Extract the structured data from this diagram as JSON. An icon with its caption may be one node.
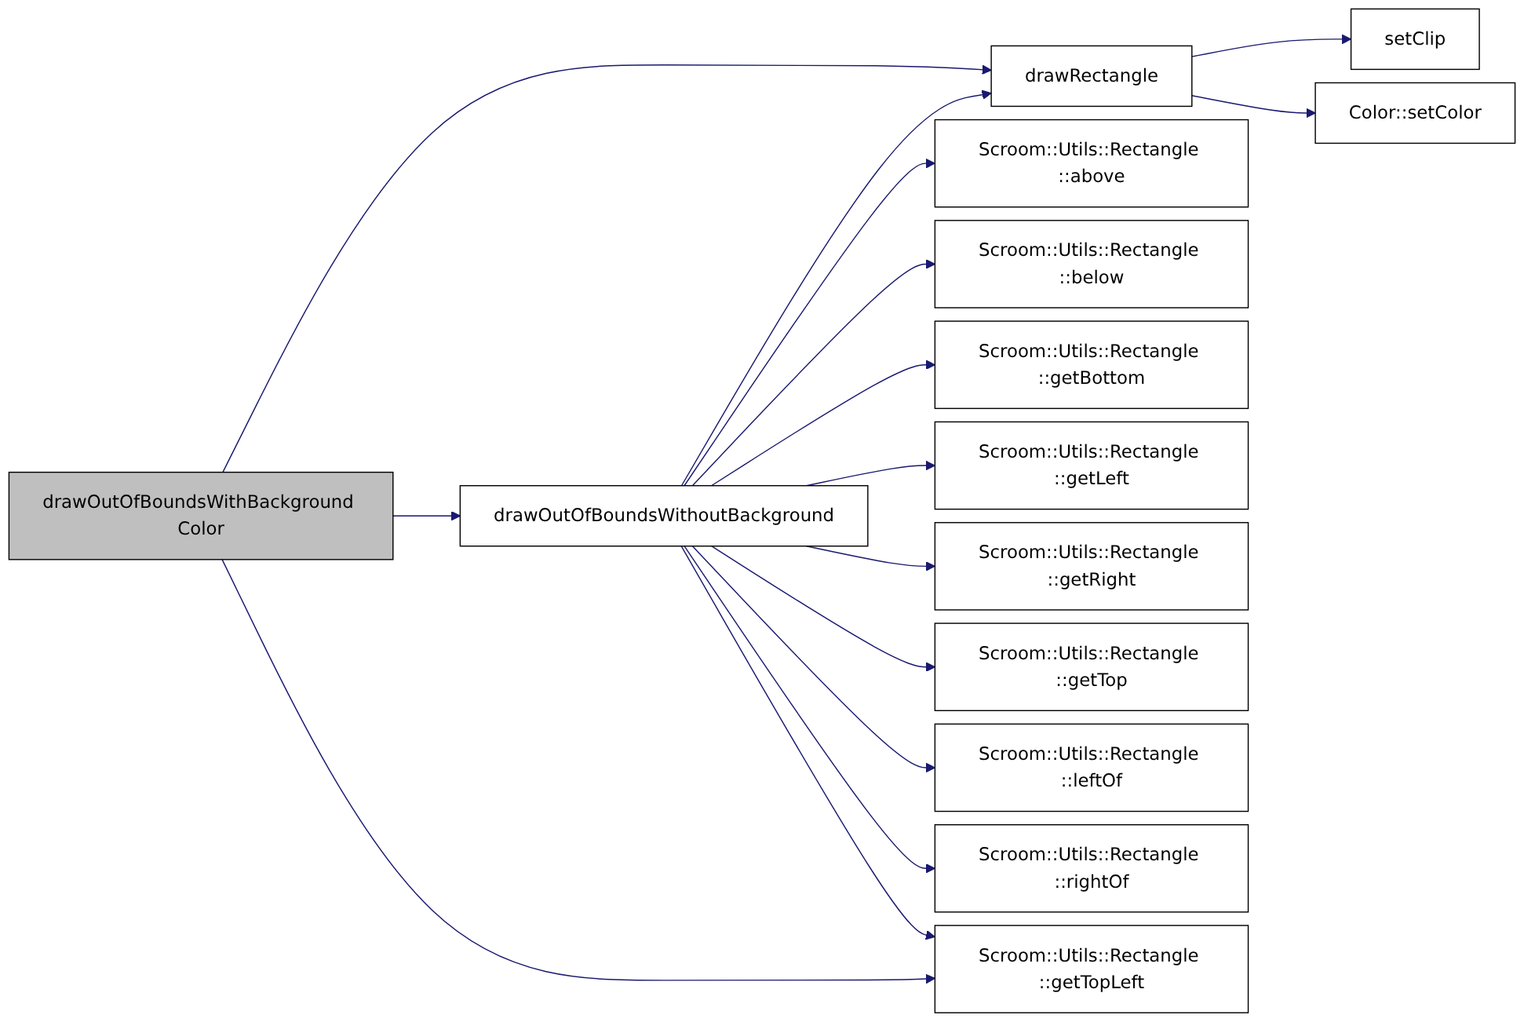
{
  "diagram": {
    "nodes": [
      {
        "text": [
          "drawOutOfBoundsWithBackground Color"
        ]
      },
      {
        "text": [
          "drawOutOfBoundsWithoutBackground"
        ]
      },
      {
        "text": [
          "drawRectangle"
        ]
      },
      {
        "text": [
          "setClip"
        ]
      },
      {
        "text": [
          "Color::setColor"
        ]
      },
      {
        "text": [
          "Scroom::Utils::Rectangle ::above"
        ]
      },
      {
        "text": [
          "Scroom::Utils::Rectangle ::below"
        ]
      },
      {
        "text": [
          "Scroom::Utils::Rectangle ::getBottom"
        ]
      },
      {
        "text": [
          "Scroom::Utils::Rectangle ::getLeft"
        ]
      },
      {
        "text": [
          "Scroom::Utils::Rectangle ::getRight"
        ]
      },
      {
        "text": [
          "Scroom::Utils::Rectangle ::getTop"
        ]
      },
      {
        "text": [
          "Scroom::Utils::Rectangle ::leftOf"
        ]
      },
      {
        "text": [
          "Scroom::Utils::Rectangle ::rightOf"
        ]
      },
      {
        "text": [
          "Scroom::Utils::Rectangle ::getTopLeft"
        ]
      }
    ],
    "edges": [
      {
        "from": 0,
        "to": 2,
        "arrow": "to"
      },
      {
        "from": 0,
        "to": 1,
        "arrow": "to"
      },
      {
        "from": 0,
        "to": 13,
        "arrow": "to"
      },
      {
        "from": 2,
        "to": 3,
        "arrow": "to"
      },
      {
        "from": 2,
        "to": 4,
        "arrow": "to"
      },
      {
        "from": 1,
        "to": 2,
        "arrow": "to"
      },
      {
        "from": 1,
        "to": 5,
        "arrow": "to"
      },
      {
        "from": 1,
        "to": 6,
        "arrow": "to"
      },
      {
        "from": 1,
        "to": 7,
        "arrow": "to"
      },
      {
        "from": 1,
        "to": 8,
        "arrow": "to"
      },
      {
        "from": 1,
        "to": 9,
        "arrow": "to"
      },
      {
        "from": 1,
        "to": 10,
        "arrow": "to"
      },
      {
        "from": 1,
        "to": 11,
        "arrow": "to"
      },
      {
        "from": 1,
        "to": 12,
        "arrow": "to"
      },
      {
        "from": 1,
        "to": 13,
        "arrow": "to"
      }
    ]
  }
}
